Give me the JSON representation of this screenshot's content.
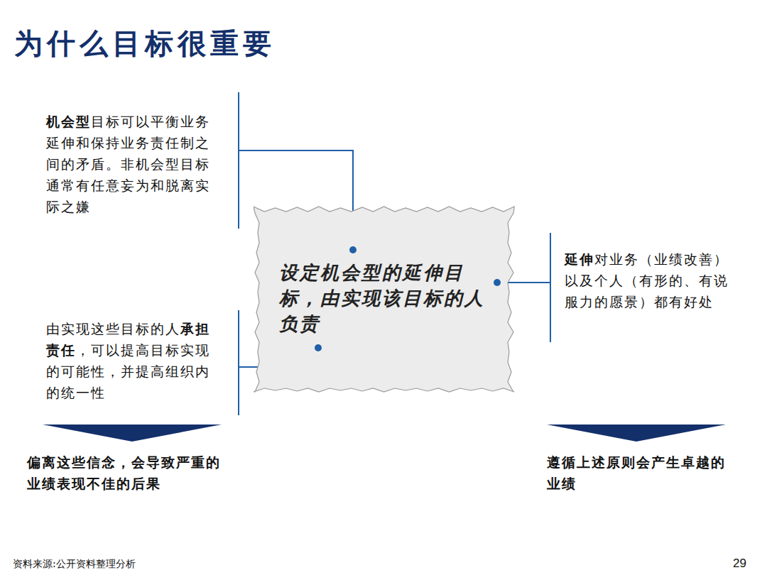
{
  "diagram": {
    "title": "为什么目标很重要",
    "nodes": [
      {
        "text": [
          "设定机会型的延伸目标，由实现该目标的人负责"
        ]
      }
    ],
    "labels": [
      "机会型",
      "目标可以平衡业务延伸和保持业务责任制之间的矛盾。非机会型目标通常有任意妄为和脱离实际之嫌",
      "由实现这些目标的人",
      "承担责任",
      "，可以提高目标实现的可能性，并提高组织内的统一性",
      "延伸",
      "对业务（业绩改善）以及个人（有形的、有说服力的愿景）都有好处",
      "偏离这些信念，会导致严重的业绩表现不佳的后果",
      "遵循上述原则会产生卓越的业绩",
      "资料来源:公开资料整理分析",
      "29"
    ]
  }
}
